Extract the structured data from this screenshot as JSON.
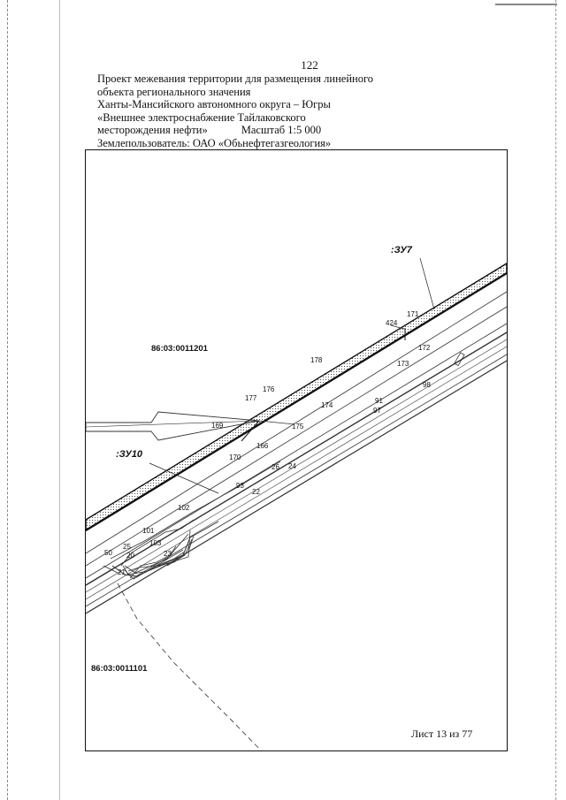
{
  "page_number": "122",
  "header": {
    "line1": "Проект межевания территории для размещения линейного",
    "line2": "объекта регионального значения",
    "line3": "Ханты-Мансийского автономного округа – Югры",
    "line4": "«Внешнее электроснабжение Тайлаковского",
    "line5a": "месторождения нефти»",
    "line5b": "Масштаб 1:5 000",
    "line6": "Землепользователь: ОАО «Обьнефтегазгеология»"
  },
  "map": {
    "cadastral": [
      "86:03:0011201",
      "86:03:0011101"
    ],
    "zones": [
      ":ЗУ7",
      ":ЗУ10"
    ],
    "points": {
      "p171": "171",
      "p424": "424",
      "p172": "172",
      "p178": "178",
      "p173": "173",
      "p176": "176",
      "p177": "177",
      "p174": "174",
      "p175": "175",
      "p169": "169",
      "p166": "166",
      "p170": "170",
      "p91a": "91",
      "p97": "97",
      "p98": "98",
      "p26": "26",
      "p24": "24",
      "p93": "93",
      "p22": "22",
      "p102": "102",
      "p101": "101",
      "p103": "103",
      "p25": "25",
      "p20": "20",
      "p23": "23",
      "p50": "50",
      "p21": "21"
    }
  },
  "sheet": "Лист 13 из 77"
}
